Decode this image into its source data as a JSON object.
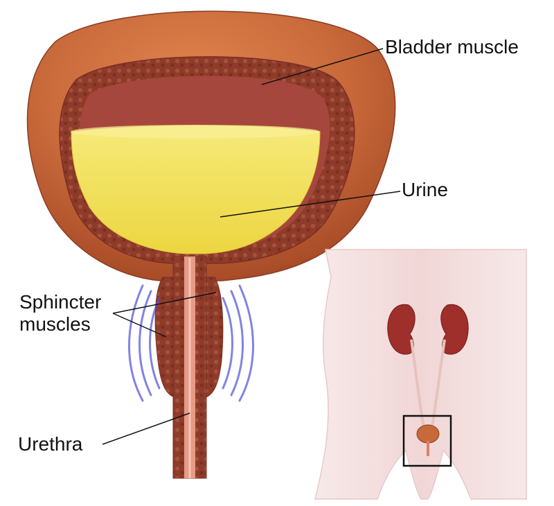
{
  "labels": {
    "bladder_muscle": "Bladder muscle",
    "urine": "Urine",
    "sphincter_line1": "Sphincter",
    "sphincter_line2": "muscles",
    "urethra": "Urethra"
  },
  "colors": {
    "bladder_outer": "#c8693a",
    "bladder_wall": "#8e3b2a",
    "bladder_inner_cavity": "#a5473c",
    "urine": "#f2e05a",
    "urethra": "#e79a86",
    "sphincter_waves": "#4b50d8",
    "body_silhouette": "#f3dcdc",
    "kidney": "#9e2f2a",
    "ureter": "#e6c3bd",
    "inset_box": "#111111",
    "leader_line": "#111111"
  },
  "icons": {
    "bladder": "bladder-cross-section-illustration",
    "body": "torso-silhouette-illustration",
    "kidneys": "kidney-pair-illustration"
  }
}
